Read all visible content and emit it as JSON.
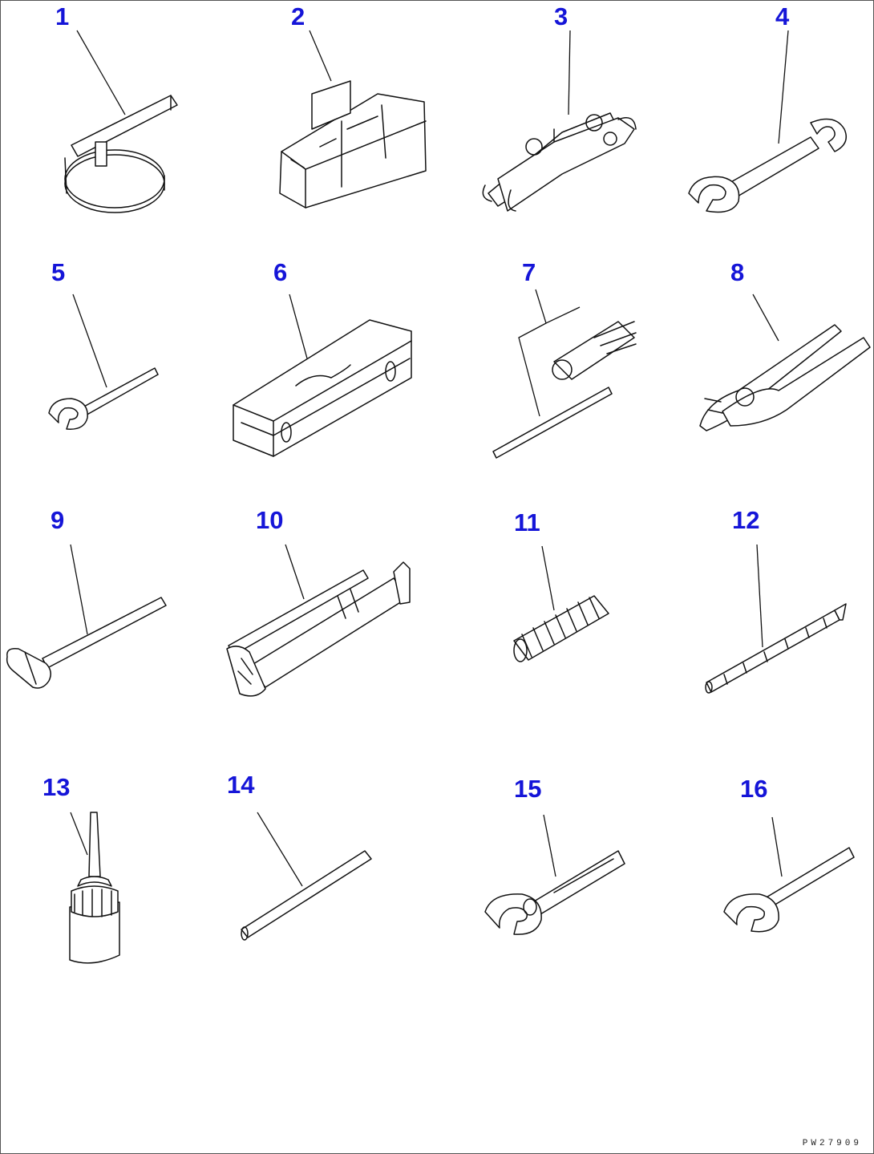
{
  "callouts": [
    {
      "id": 1,
      "label": "1"
    },
    {
      "id": 2,
      "label": "2"
    },
    {
      "id": 3,
      "label": "3"
    },
    {
      "id": 4,
      "label": "4"
    },
    {
      "id": 5,
      "label": "5"
    },
    {
      "id": 6,
      "label": "6"
    },
    {
      "id": 7,
      "label": "7"
    },
    {
      "id": 8,
      "label": "8"
    },
    {
      "id": 9,
      "label": "9"
    },
    {
      "id": 10,
      "label": "10"
    },
    {
      "id": 11,
      "label": "11"
    },
    {
      "id": 12,
      "label": "12"
    },
    {
      "id": 13,
      "label": "13"
    },
    {
      "id": 14,
      "label": "14"
    },
    {
      "id": 15,
      "label": "15"
    },
    {
      "id": 16,
      "label": "16"
    }
  ],
  "drawing_code": "PW27909",
  "colors": {
    "callout": "#1515d8",
    "line": "#111111",
    "background": "#ffffff"
  }
}
